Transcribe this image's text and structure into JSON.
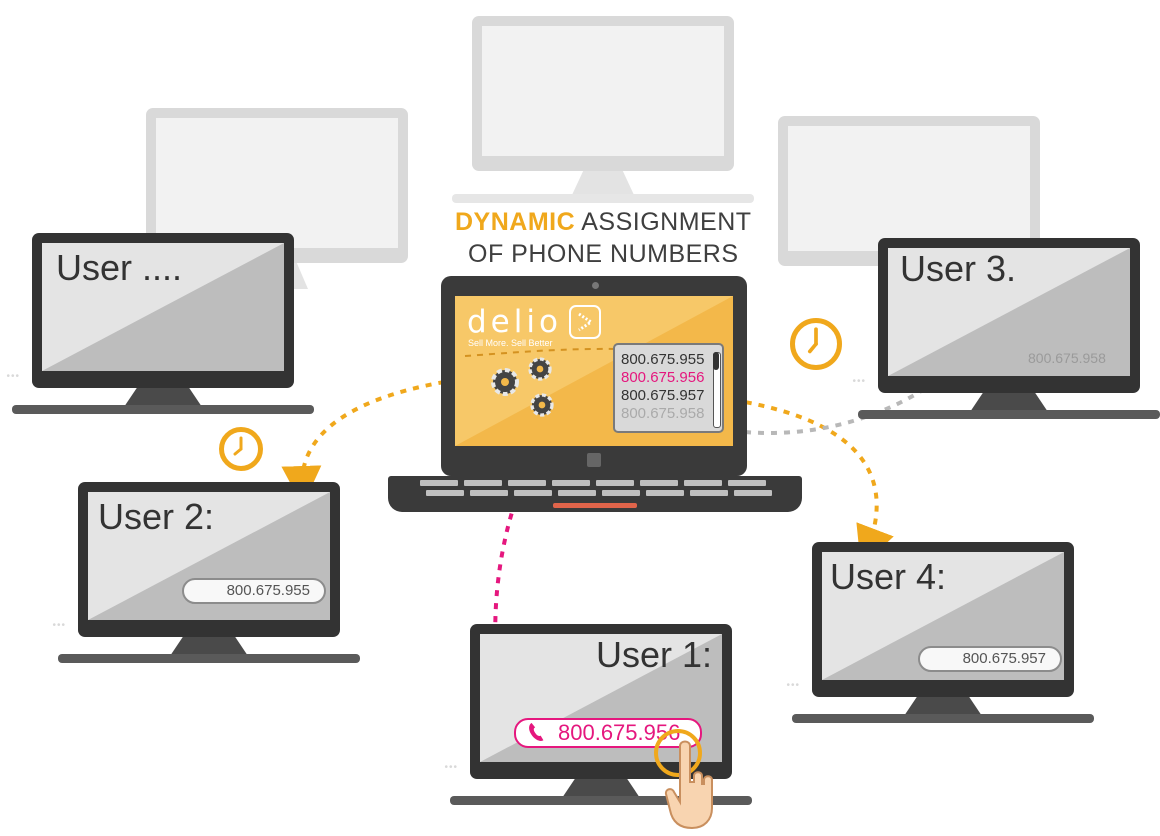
{
  "title": {
    "accent": "DYNAMIC",
    "line1_rest": " ASSIGNMENT",
    "line2": "OF PHONE NUMBERS"
  },
  "brand": {
    "name": "delio",
    "tagline": "Sell More. Sell Better"
  },
  "phone_numbers": [
    "800.675.955",
    "800.675.956",
    "800.675.957",
    "800.675.958"
  ],
  "users": {
    "unknown": {
      "label": "User ...."
    },
    "user1": {
      "label": "User 1:",
      "number": "800.675.956"
    },
    "user2": {
      "label": "User 2:",
      "number": "800.675.955"
    },
    "user3": {
      "label": "User 3.",
      "number": "800.675.958"
    },
    "user4": {
      "label": "User 4:",
      "number": "800.675.957"
    }
  },
  "colors": {
    "accent_orange": "#f0a81c",
    "highlight_pink": "#e5177e",
    "screen_gray": "#bdbdbd",
    "frame_dark": "#333333",
    "laptop_screen": "#f3b84a"
  },
  "icons": [
    "clock-icon",
    "gear-icon",
    "phone-handset-icon",
    "pointing-hand-icon",
    "arrow-icon"
  ]
}
